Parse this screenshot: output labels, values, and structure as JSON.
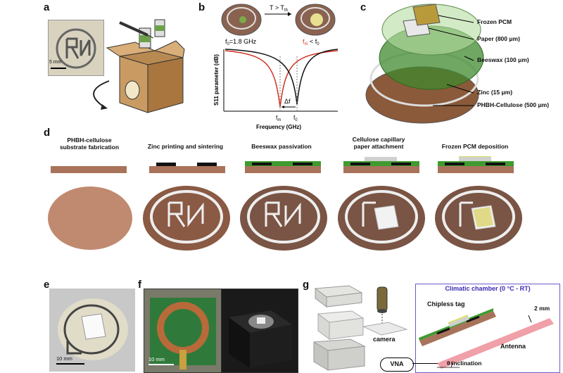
{
  "panels": {
    "a": {
      "label": "a",
      "scale_bar": "5 mm"
    },
    "b": {
      "label": "b",
      "condition": "T > T",
      "condition_sub": "th",
      "f0_eq": "f",
      "f0_sub": "0",
      "f0_value": "=1.8 GHz",
      "fm_text": "f",
      "fm_sub": "m",
      "fm_rel": " < f",
      "fm_rel_sub": "0",
      "ylabel": "S11 parameter (dB)",
      "xlabel": "Frequency (GHz)",
      "tick_fm": "f",
      "tick_fm_sub": "m",
      "tick_f0": "f",
      "tick_f0_sub": "0",
      "delta": "Δf"
    },
    "c": {
      "label": "c",
      "layers": [
        "Frozen PCM",
        "Paper (800 μm)",
        "Beeswax (100 μm)",
        "Zinc (15 μm)",
        "PHBH-Cellulose (500 μm)"
      ]
    },
    "d": {
      "label": "d",
      "steps": [
        "PHBH-cellulose\nsubstrate fabrication",
        "Zinc printing and sintering",
        "Beeswax passivation",
        "Cellulose capillary\npaper attachment",
        "Frozen PCM deposition"
      ]
    },
    "e": {
      "label": "e",
      "scale_bar": "10 mm"
    },
    "f": {
      "label": "f",
      "scale_bar": "10 mm"
    },
    "g": {
      "label": "g",
      "camera": "camera",
      "chamber_title": "Climatic chamber (0 °C - RT)",
      "chipless_tag": "Chipless tag",
      "gap": "2 mm",
      "antenna": "Antenna",
      "vna": "VNA",
      "inclination": "θ inclination"
    }
  },
  "colors": {
    "substrate": "#a8735a",
    "zinc": "#e8e8e8",
    "beeswax": "#3f8a2f",
    "pcm": "#d9d27a",
    "chamber_border": "#6a5acd"
  }
}
